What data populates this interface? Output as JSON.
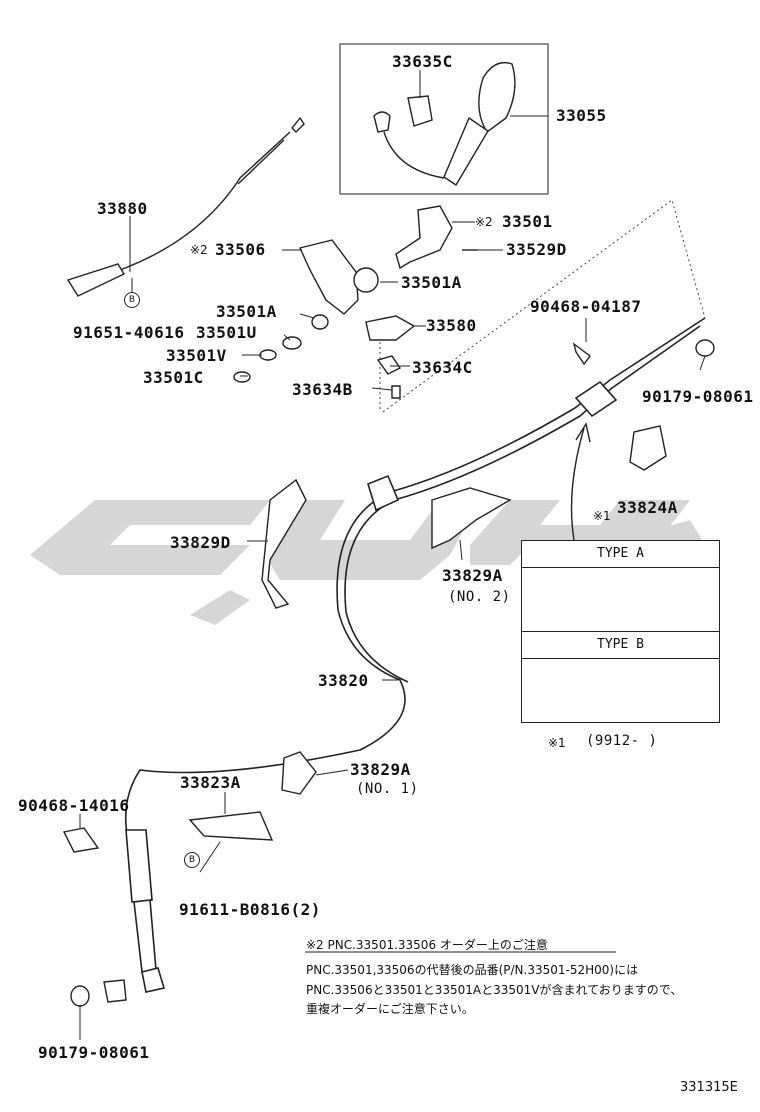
{
  "watermark_text": "سلیکو",
  "parts": {
    "p33635C": "33635C",
    "p33055": "33055",
    "p33880": "33880",
    "p33501": "33501",
    "p33529D": "33529D",
    "p33506": "33506",
    "p33501A_1": "33501A",
    "p91651": "91651-40616",
    "p33501A_2": "33501A",
    "p33501U": "33501U",
    "p33580": "33580",
    "p90468_04187": "90468-04187",
    "p33501V": "33501V",
    "p33634C": "33634C",
    "p33501C": "33501C",
    "p33634B": "33634B",
    "p90179_top": "90179-08061",
    "p33824A": "33824A",
    "p33829D": "33829D",
    "p33829A_2": "33829A",
    "no2": "(NO. 2)",
    "p33820": "33820",
    "p33829A_1": "33829A",
    "no1": "(NO. 1)",
    "p33823A": "33823A",
    "p90468_14016": "90468-14016",
    "p91611": "91611-B0816(2)",
    "p90179_bottom": "90179-08061"
  },
  "marks": {
    "kome2_a": "※2",
    "kome2_b": "※2",
    "kome1_a": "※1",
    "kome1_b": "※1",
    "circle_b": "B"
  },
  "type_box": {
    "type_a": "TYPE A",
    "type_b": "TYPE B",
    "date_range": "(9912-        )"
  },
  "notes": {
    "heading": "※2 PNC.33501.33506 オーダー上のご注意",
    "line1": "PNC.33501,33506の代替後の品番(P/N.33501-52H00)には",
    "line2": "PNC.33506と33501と33501Aと33501Vが含まれておりますので、",
    "line3": "重複オーダーにご注意下さい。"
  },
  "figure_id": "331315E"
}
